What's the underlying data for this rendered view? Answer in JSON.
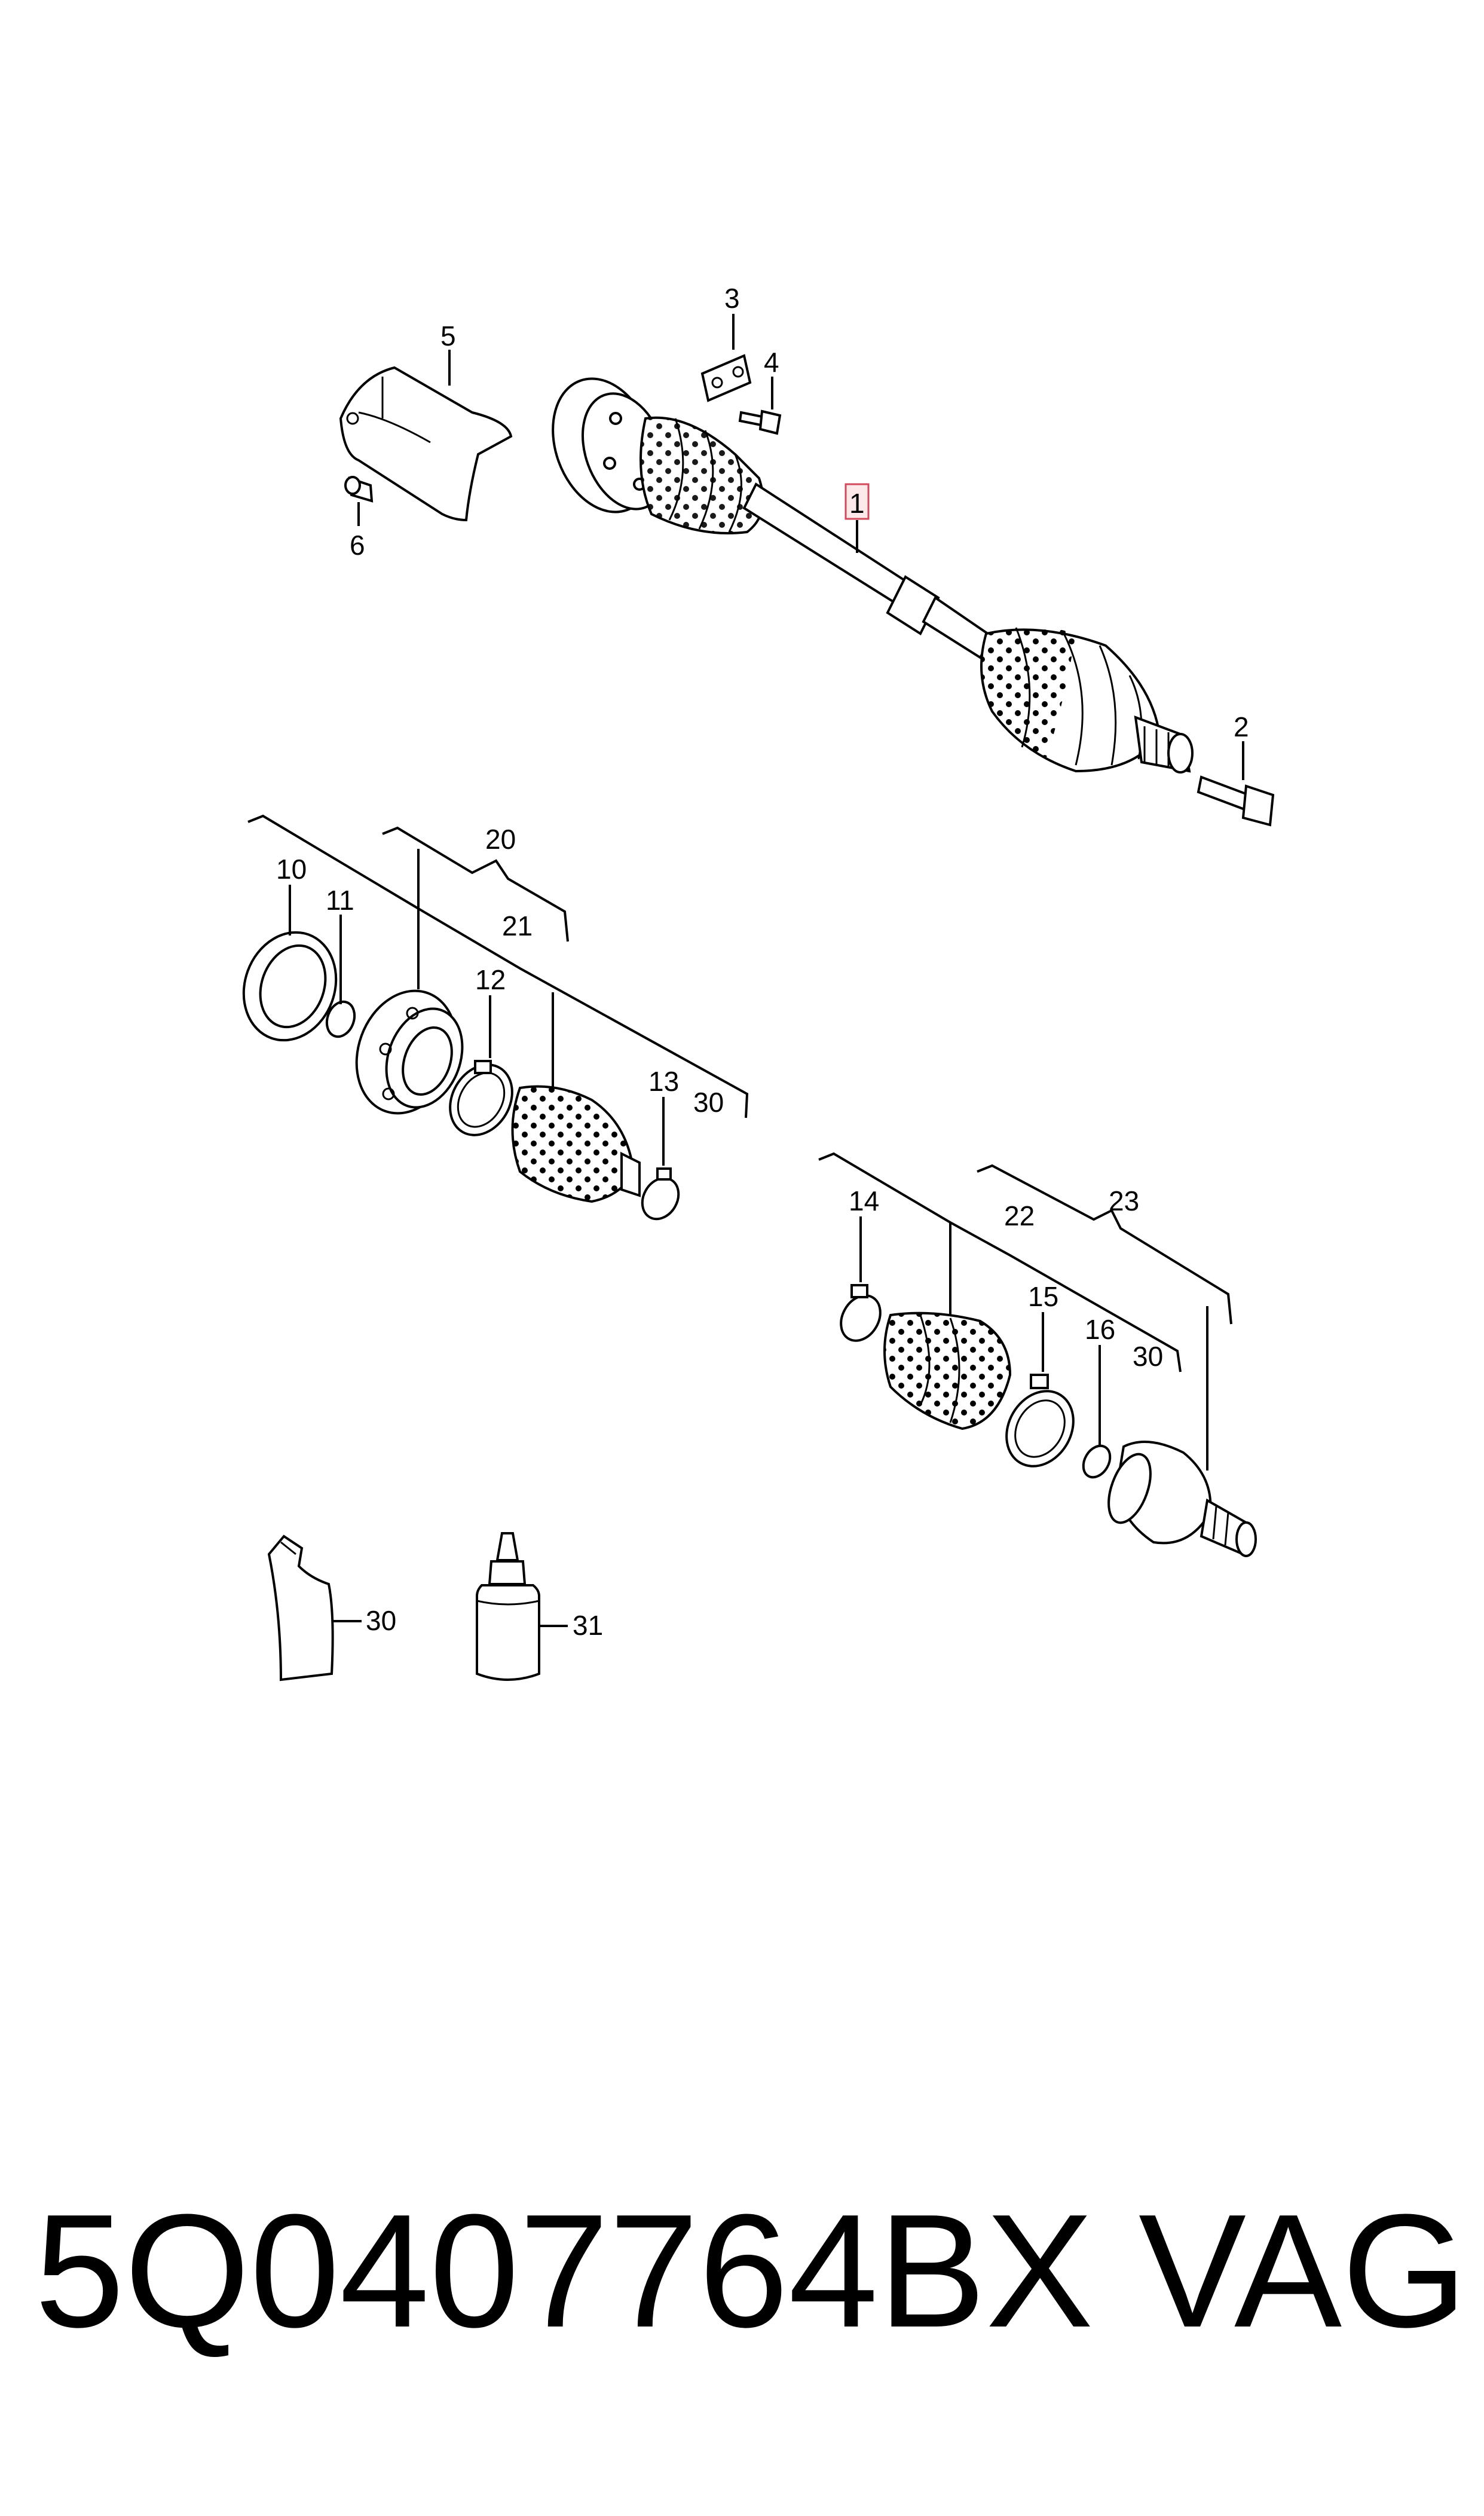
{
  "diagram": {
    "labels": {
      "l1": "1",
      "l2": "2",
      "l3": "3",
      "l4": "4",
      "l5": "5",
      "l6": "6",
      "l10": "10",
      "l11": "11",
      "l12": "12",
      "l13": "13",
      "l14": "14",
      "l15": "15",
      "l16": "16",
      "l20": "20",
      "l21": "21",
      "l22": "22",
      "l23": "23",
      "l30a": "30",
      "l30b": "30",
      "l30c": "30",
      "l31": "31"
    },
    "highlight_color": "#d04a5a"
  },
  "footer": {
    "part_number": "5Q0407764BX",
    "brand": "VAG"
  }
}
